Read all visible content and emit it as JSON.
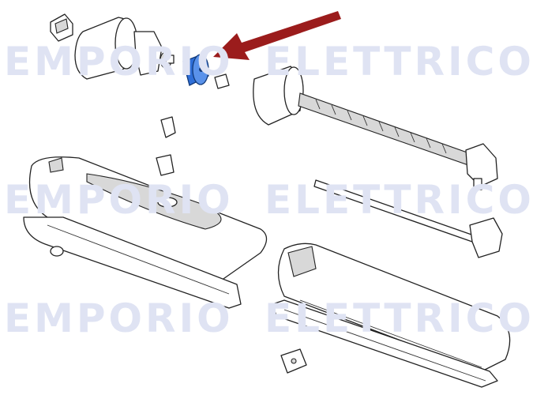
{
  "watermark": {
    "text_left": "EMPORIO",
    "text_right": "ELETTRICO"
  },
  "colors": {
    "highlight_part": "#2f6fd8",
    "arrow": "#9b1c1c",
    "watermark": "#eef0f8",
    "outline": "#222222"
  },
  "diagram": {
    "type": "exploded-parts-view",
    "highlighted_part": "gear"
  }
}
